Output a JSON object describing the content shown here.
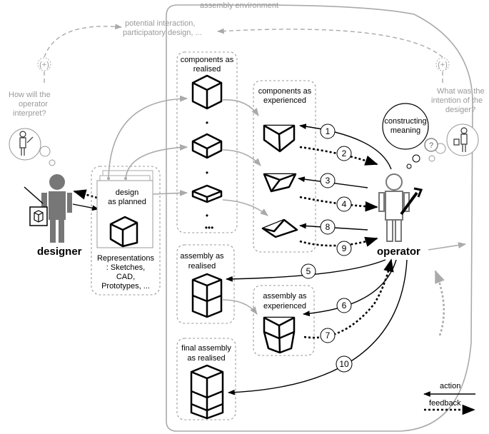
{
  "labels": {
    "assembly_environment": "assembly environment",
    "potential_line1": "potential interaction,",
    "potential_line2": "participatory design, ...",
    "plus_symbol": "(+)",
    "designer_q_line1": "How will the",
    "designer_q_line2": "operator",
    "designer_q_line3": "interpret?",
    "operator_q_line1": "What was the",
    "operator_q_line2": "intention of the",
    "operator_q_line3": "desiger?",
    "constructing_line1": "constructing",
    "constructing_line2": "meaning",
    "question_mark": "?",
    "designer": "designer",
    "operator": "operator",
    "design_line1": "design",
    "design_line2": "as planned",
    "repr_line1": "Representations",
    "repr_line2": ": Sketches,",
    "repr_line3": "CAD,",
    "repr_line4": "Prototypes, ...",
    "comp_realised_line1": "components as",
    "comp_realised_line2": "realised",
    "comp_experienced_line1": "components as",
    "comp_experienced_line2": "experienced",
    "asm_realised_line1": "assembly as",
    "asm_realised_line2": "realised",
    "asm_experienced_line1": "assembly as",
    "asm_experienced_line2": "experienced",
    "final_line1": "final assembly",
    "final_line2": "as realised",
    "dot": "•",
    "dots_three": "•••",
    "legend_action": "action",
    "legend_feedback": "feedback"
  },
  "steps": [
    "1",
    "2",
    "3",
    "4",
    "8",
    "9",
    "5",
    "6",
    "7",
    "10"
  ]
}
